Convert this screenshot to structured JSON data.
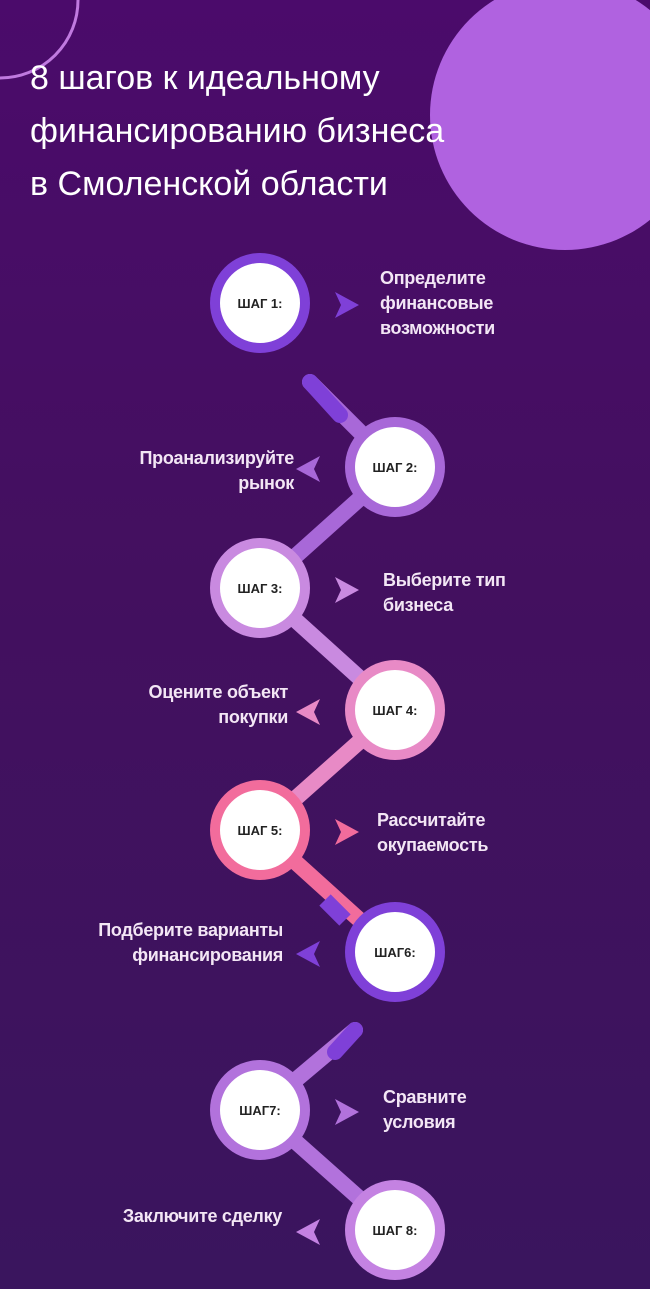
{
  "title": "8 шагов к идеальному финансированию бизнеса в Смоленской области",
  "colors": {
    "background": "#45105f",
    "accent_circle": "#b062e0"
  },
  "steps": [
    {
      "label": "ШАГ 1:",
      "text": "Определите финансовые возможности",
      "color": "#7f40d8"
    },
    {
      "label": "ШАГ 2:",
      "text": "Проанализируйте рынок",
      "color": "#a868d8"
    },
    {
      "label": "ШАГ 3:",
      "text": "Выберите тип бизнеса",
      "color": "#c98ae0"
    },
    {
      "label": "ШАГ 4:",
      "text": "Оцените объект покупки",
      "color": "#e88ac6"
    },
    {
      "label": "ШАГ 5:",
      "text": "Рассчитайте окупаемость",
      "color": "#f26c9c"
    },
    {
      "label": "ШАГ6:",
      "text": "Подберите варианты финансирования",
      "color": "#7f40d8"
    },
    {
      "label": "ШАГ7:",
      "text": "Сравните условия",
      "color": "#b272dc"
    },
    {
      "label": "ШАГ 8:",
      "text": "Заключите сделку",
      "color": "#c482e2"
    }
  ]
}
